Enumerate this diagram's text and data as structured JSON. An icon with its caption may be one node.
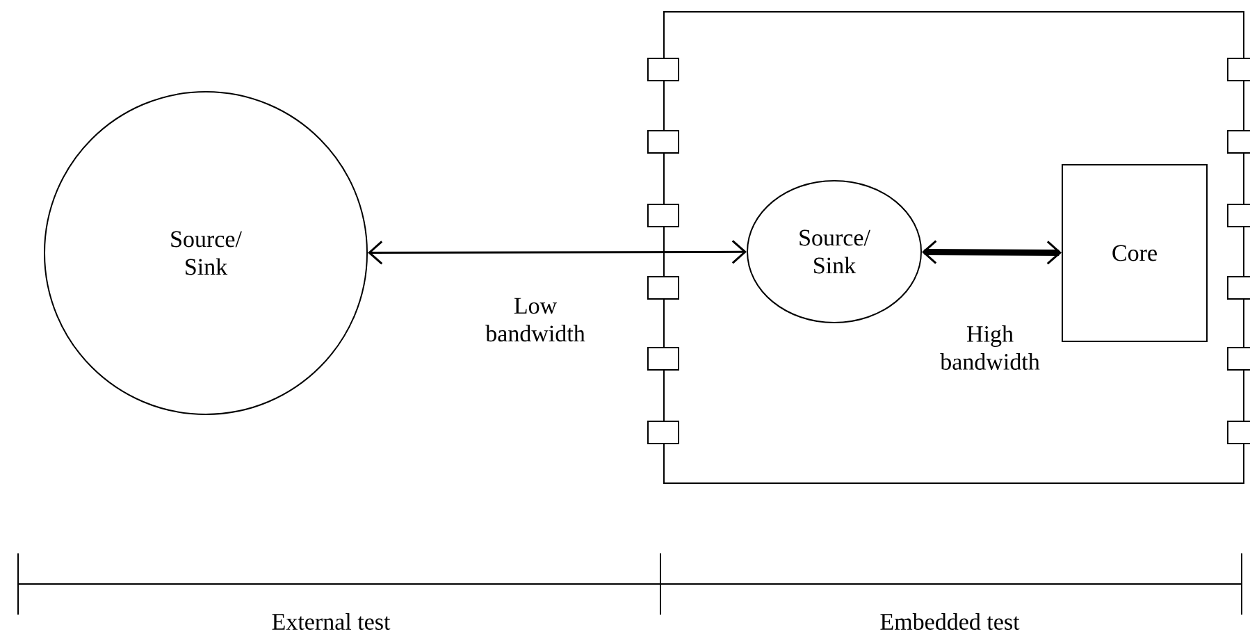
{
  "diagram": {
    "nodes": [
      {
        "text": [
          "Source/ Sink"
        ]
      },
      {
        "text": [],
        "shape": "box"
      },
      {
        "text": [
          "Source/ Sink"
        ],
        "in": 1
      },
      {
        "text": [
          "Core"
        ],
        "in": 1
      }
    ],
    "edges": [
      {
        "from": 0,
        "to": 2,
        "arrow": "both",
        "label": "Low bandwidth"
      },
      {
        "from": 2,
        "to": 3,
        "arrow": "both",
        "label": "High bandwidth",
        "style": "thick"
      }
    ],
    "labels": [
      "External test",
      "Embedded test"
    ]
  }
}
